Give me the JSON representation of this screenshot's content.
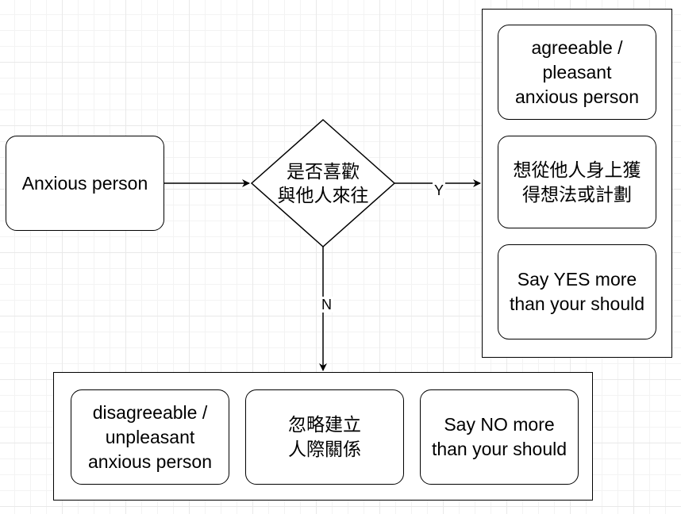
{
  "diagram": {
    "start_node": "Anxious person",
    "decision": "是否喜歡\n與他人來往",
    "edge_yes": "Y",
    "edge_no": "N",
    "yes_items": [
      "agreeable /\npleasant\nanxious person",
      "想從他人身上獲\n得想法或計劃",
      "Say YES more\nthan your should"
    ],
    "no_items": [
      "disagreeable /\nunpleasant\nanxious person",
      "忽略建立\n人際關係",
      "Say NO more\nthan your should"
    ]
  }
}
